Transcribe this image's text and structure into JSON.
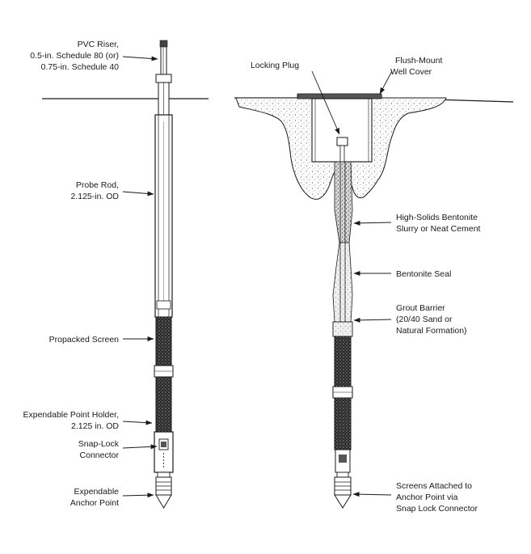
{
  "left_labels": {
    "pvc_riser": [
      "PVC Riser,",
      "0.5-in. Schedule 80 (or)",
      "0.75-in. Schedule 40"
    ],
    "probe_rod": [
      "Probe Rod,",
      "2.125-in. OD"
    ],
    "propacked_screen": [
      "Propacked Screen"
    ],
    "point_holder": [
      "Expendable Point Holder,",
      "2.125 in. OD"
    ],
    "snap_lock": [
      "Snap-Lock",
      "Connector"
    ],
    "anchor_point": [
      "Expendable",
      "Anchor Point"
    ]
  },
  "right_labels": {
    "locking_plug": [
      "Locking Plug"
    ],
    "well_cover": [
      "Flush-Mount",
      "Well Cover"
    ],
    "bentonite_slurry": [
      "High-Solids Bentonite",
      "Slurry or Neat Cement"
    ],
    "bentonite_seal": [
      "Bentonite Seal"
    ],
    "grout_barrier": [
      "Grout Barrier",
      "(20/40 Sand or",
      "Natural Formation)"
    ],
    "screens_attached": [
      "Screens Attached to",
      "Anchor Point via",
      "Snap Lock Connector"
    ]
  },
  "colors": {
    "ink": "#1a1a1a",
    "paper": "#ffffff",
    "concrete": "#dcdcdc"
  }
}
